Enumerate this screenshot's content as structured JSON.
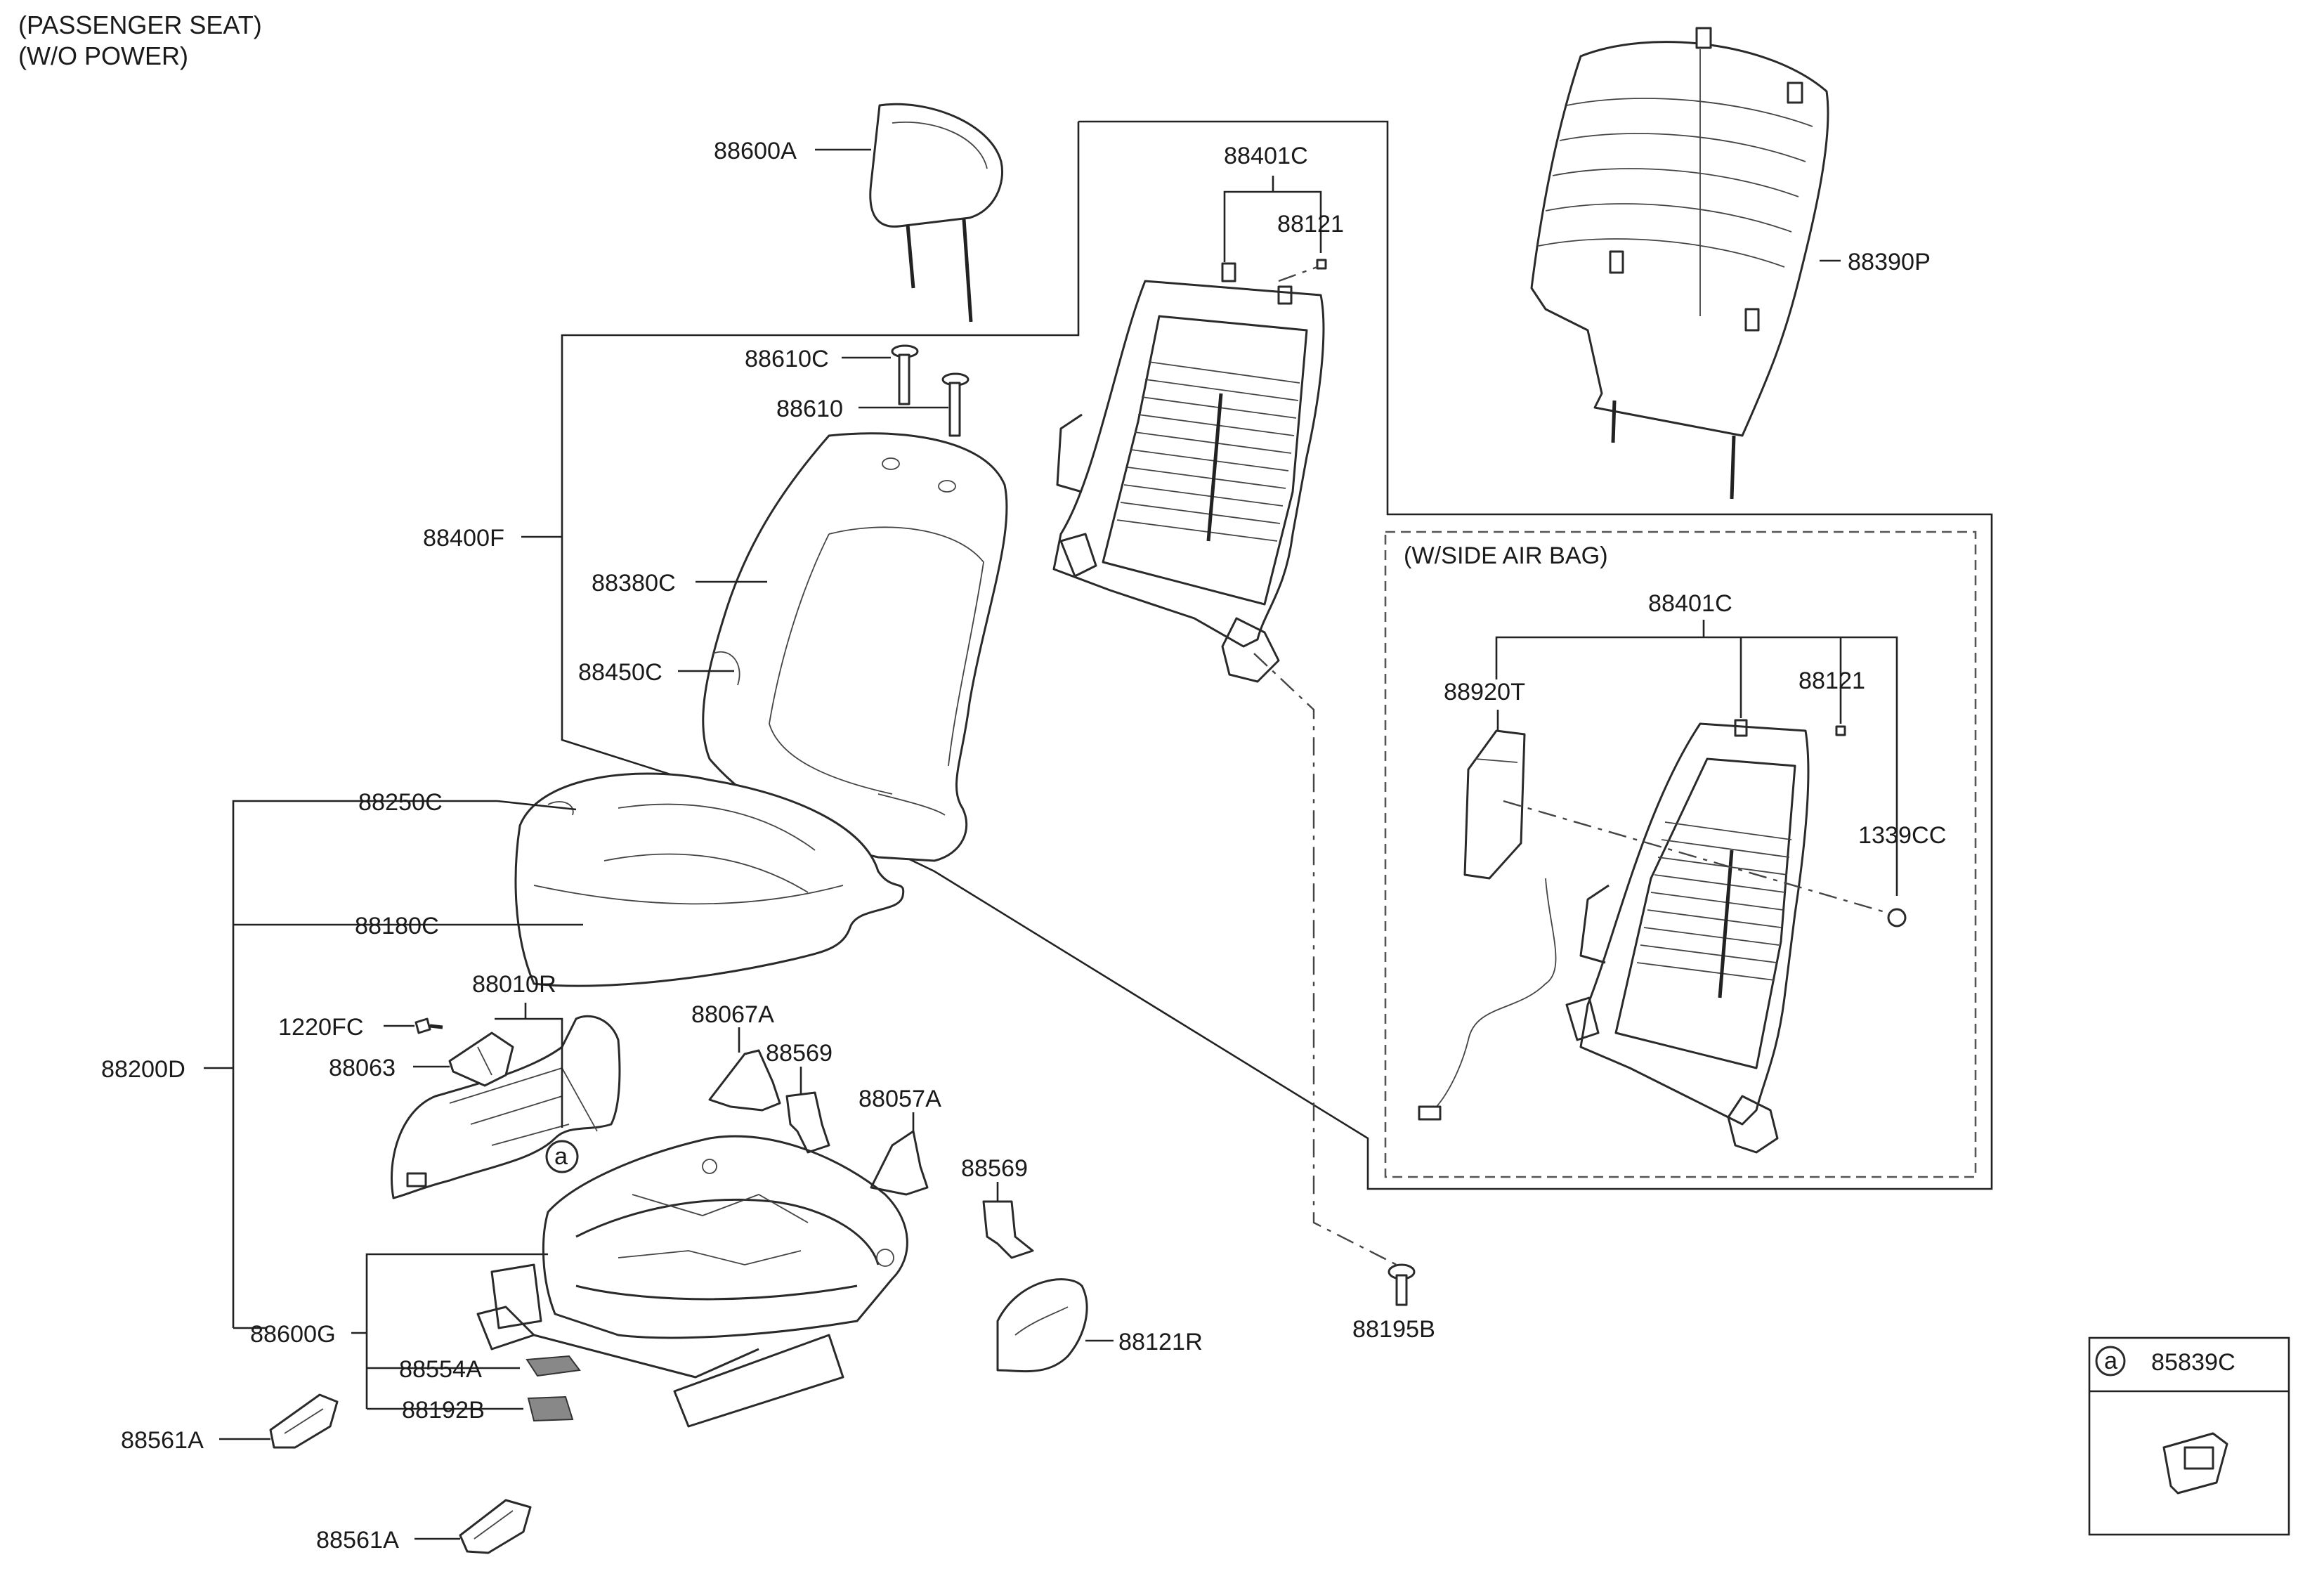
{
  "header": {
    "line1": "(PASSENGER SEAT)",
    "line2": "(W/O POWER)"
  },
  "side_airbag_box": {
    "title": "(W/SIDE AIR BAG)"
  },
  "parts": {
    "p88600A": "88600A",
    "p88401C": "88401C",
    "p88121": "88121",
    "p88390P": "88390P",
    "p88610C": "88610C",
    "p88610": "88610",
    "p88400F": "88400F",
    "p88380C": "88380C",
    "p88450C": "88450C",
    "p88250C": "88250C",
    "p88180C": "88180C",
    "p88200D": "88200D",
    "p88010R": "88010R",
    "p1220FC": "1220FC",
    "p88063": "88063",
    "p88067A": "88067A",
    "p88569a": "88569",
    "p88057A": "88057A",
    "p88569b": "88569",
    "p88600G": "88600G",
    "p88554A": "88554A",
    "p88192B": "88192B",
    "p88121R": "88121R",
    "p88561A1": "88561A",
    "p88561A2": "88561A",
    "p88195B": "88195B",
    "p88401C_b": "88401C",
    "p88920T": "88920T",
    "p88121_b": "88121",
    "p1339CC": "1339CC"
  },
  "callout": {
    "circle_letter": "a",
    "detail_letter": "a",
    "detail_part": "85839C"
  }
}
